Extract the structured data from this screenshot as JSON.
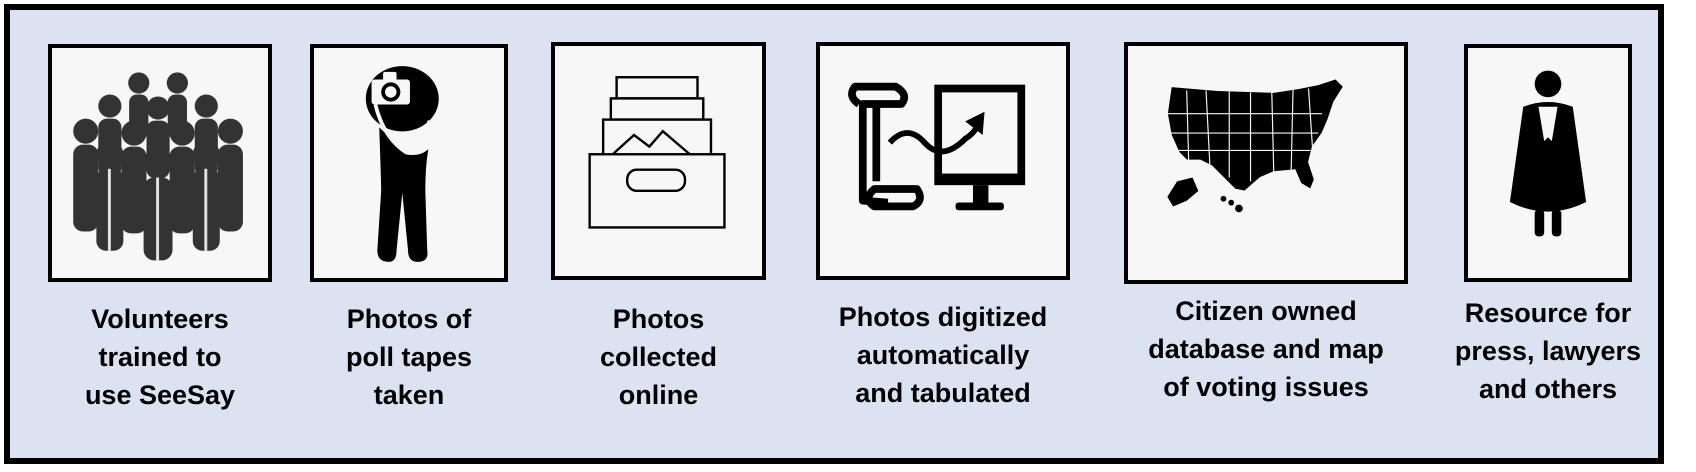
{
  "steps": [
    {
      "icon": "people-group-icon",
      "caption": [
        "Volunteers",
        "trained to",
        "use SeeSay"
      ]
    },
    {
      "icon": "photographer-icon",
      "caption": [
        "Photos of",
        "poll tapes",
        "taken"
      ]
    },
    {
      "icon": "photo-archive-box-icon",
      "caption": [
        "Photos",
        "collected",
        "online"
      ]
    },
    {
      "icon": "scroll-to-monitor-icon",
      "caption": [
        "Photos digitized",
        "automatically",
        "and tabulated"
      ]
    },
    {
      "icon": "us-map-icon",
      "caption": [
        "Citizen owned",
        "database and map",
        "of voting issues"
      ]
    },
    {
      "icon": "judge-robe-icon",
      "caption": [
        "Resource for",
        "press, lawyers",
        "and others"
      ]
    }
  ],
  "colors": {
    "background": "#dbe2f1",
    "border": "#000000",
    "icon": "#2f2f2f",
    "card": "#f7f7f7"
  }
}
